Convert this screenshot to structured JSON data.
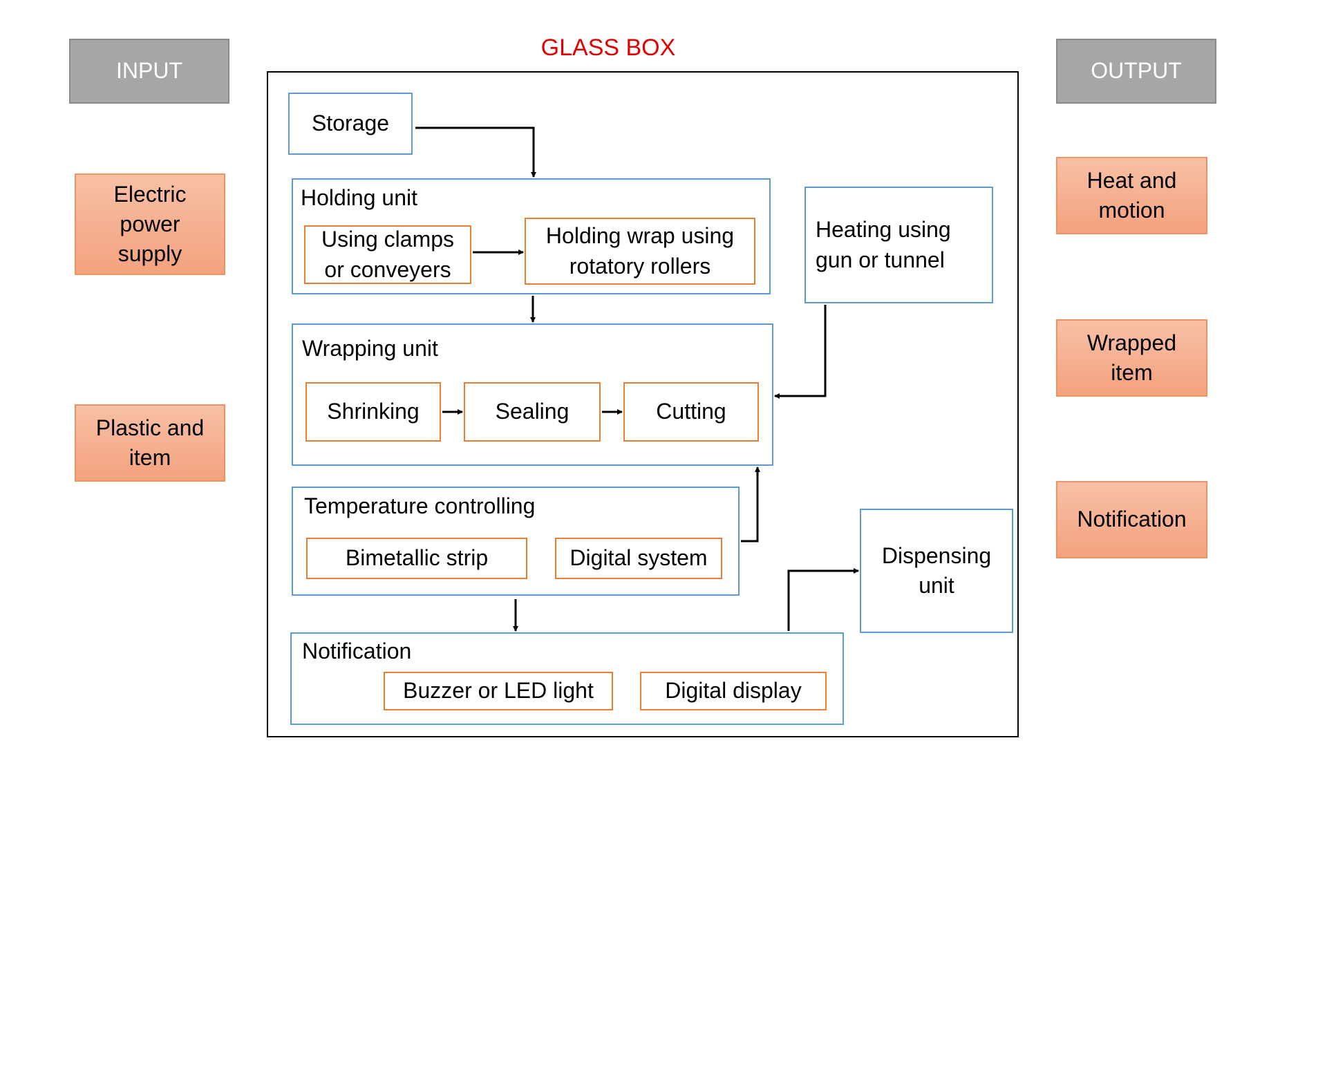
{
  "title": "GLASS BOX",
  "input": {
    "header": "INPUT",
    "items": [
      "Electric power supply",
      "Plastic and item"
    ]
  },
  "output": {
    "header": "OUTPUT",
    "items": [
      "Heat and motion",
      "Wrapped item",
      "Notification"
    ]
  },
  "storage": "Storage",
  "holding": {
    "title": "Holding unit",
    "sub1": "Using clamps or conveyers",
    "sub2": "Holding wrap using rotatory rollers"
  },
  "heating": "Heating  using gun or tunnel",
  "wrapping": {
    "title": "Wrapping unit",
    "sub1": "Shrinking",
    "sub2": "Sealing",
    "sub3": "Cutting"
  },
  "temperature": {
    "title": "Temperature controlling",
    "sub1": "Bimetallic strip",
    "sub2": "Digital system"
  },
  "dispensing": "Dispensing unit",
  "notification": {
    "title": "Notification",
    "sub1": "Buzzer or LED light",
    "sub2": "Digital display"
  },
  "colors": {
    "title": "#e00000",
    "container_border": "#5b9bd5",
    "sub_border": "#ed7d31",
    "io_fill": "#f4b090",
    "header_fill": "#a6a6a6"
  }
}
